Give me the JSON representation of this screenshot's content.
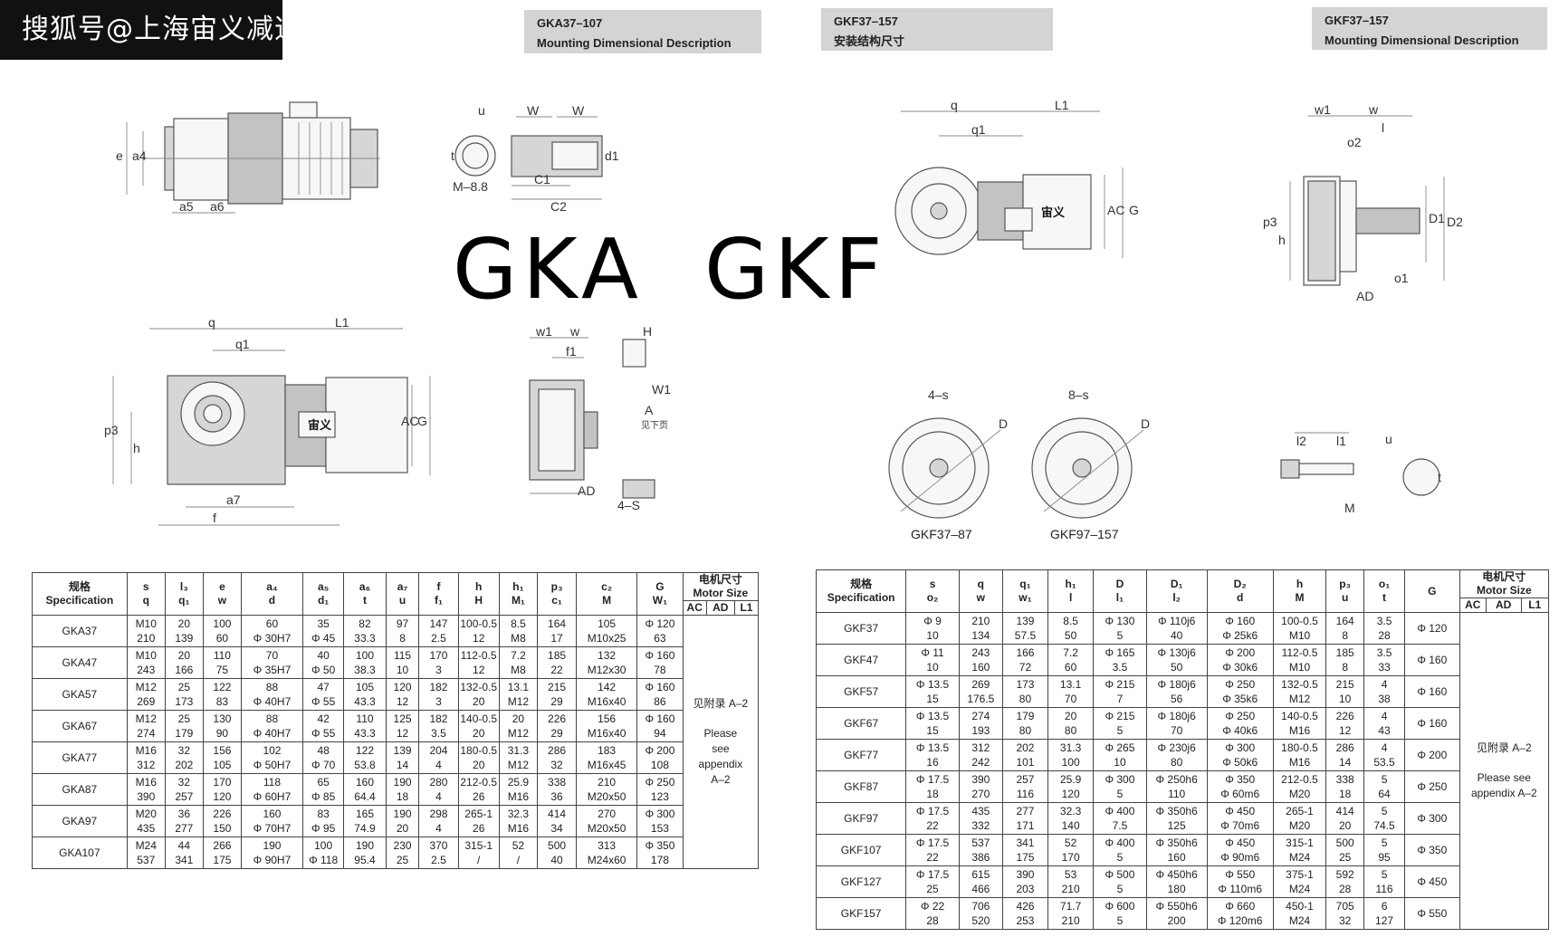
{
  "watermark": "搜狐号@上海宙义减速机传动",
  "headers": {
    "gka": {
      "model": "GKA37–107",
      "desc": "Mounting Dimensional Description"
    },
    "gkf_cn": {
      "model": "GKF37–157",
      "desc": "安装结构尺寸"
    },
    "gkf_en": {
      "model": "GKF37–157",
      "desc": "Mounting Dimensional Description"
    }
  },
  "big_labels": {
    "gka": "GKA",
    "gkf": "GKF"
  },
  "drawing_labels": {
    "brand": "宙义",
    "q": "q",
    "q1": "q1",
    "L1": "L1",
    "e": "e",
    "a4": "a4",
    "a5": "a5",
    "a6": "a6",
    "a7": "a7",
    "f": "f",
    "p3": "p3",
    "h": "h",
    "AC": "AC",
    "G": "G",
    "W": "W",
    "u": "u",
    "t": "t",
    "d1": "d1",
    "C1": "C1",
    "C2": "C2",
    "M": "M–8.8",
    "w1": "w1",
    "w": "w",
    "f1": "f1",
    "H": "H",
    "W1": "W1",
    "A": "A",
    "see_below": "见下页",
    "AD": "AD",
    "s4": "4–S",
    "o2": "o2",
    "l": "l",
    "D1": "D1",
    "D2": "D2",
    "o1": "o1",
    "l2": "l2",
    "l1": "l1",
    "Mlbl": "M",
    "s4b": "4–s",
    "s8": "8–s",
    "D": "D"
  },
  "captions": {
    "gkf37": "GKF37–87",
    "gkf97": "GKF97–157"
  },
  "gka_table": {
    "header": {
      "spec": [
        "规格",
        "Specification"
      ],
      "cols": [
        [
          "s",
          "q"
        ],
        [
          "l₃",
          "q₁"
        ],
        [
          "e",
          "w"
        ],
        [
          "a₄",
          "d"
        ],
        [
          "a₅",
          "d₁"
        ],
        [
          "a₆",
          "t"
        ],
        [
          "a₇",
          "u"
        ],
        [
          "f",
          "f₁"
        ],
        [
          "h",
          "H"
        ],
        [
          "h₁",
          "M₁"
        ],
        [
          "p₃",
          "c₁"
        ],
        [
          "c₂",
          "M"
        ],
        [
          "G",
          "W₁"
        ]
      ],
      "motor": [
        "电机尺寸",
        "Motor Size"
      ],
      "motor_sub": [
        "AC",
        "AD",
        "L1"
      ]
    },
    "rows": [
      {
        "name": "GKA37",
        "cells": [
          [
            "M10",
            "210"
          ],
          [
            "20",
            "139"
          ],
          [
            "100",
            "60"
          ],
          [
            "60",
            "Φ 30H7"
          ],
          [
            "35",
            "Φ 45"
          ],
          [
            "82",
            "33.3"
          ],
          [
            "97",
            "8"
          ],
          [
            "147",
            "2.5"
          ],
          [
            "100-0.5",
            "12"
          ],
          [
            "8.5",
            "M8"
          ],
          [
            "164",
            "17"
          ],
          [
            "105",
            "M10x25"
          ],
          [
            "Φ 120",
            "63"
          ]
        ]
      },
      {
        "name": "GKA47",
        "cells": [
          [
            "M10",
            "243"
          ],
          [
            "20",
            "166"
          ],
          [
            "110",
            "75"
          ],
          [
            "70",
            "Φ 35H7"
          ],
          [
            "40",
            "Φ 50"
          ],
          [
            "100",
            "38.3"
          ],
          [
            "115",
            "10"
          ],
          [
            "170",
            "3"
          ],
          [
            "112-0.5",
            "12"
          ],
          [
            "7.2",
            "M8"
          ],
          [
            "185",
            "22"
          ],
          [
            "132",
            "M12x30"
          ],
          [
            "Φ 160",
            "78"
          ]
        ]
      },
      {
        "name": "GKA57",
        "cells": [
          [
            "M12",
            "269"
          ],
          [
            "25",
            "173"
          ],
          [
            "122",
            "83"
          ],
          [
            "88",
            "Φ 40H7"
          ],
          [
            "47",
            "Φ 55"
          ],
          [
            "105",
            "43.3"
          ],
          [
            "120",
            "12"
          ],
          [
            "182",
            "3"
          ],
          [
            "132-0.5",
            "20"
          ],
          [
            "13.1",
            "M12"
          ],
          [
            "215",
            "29"
          ],
          [
            "142",
            "M16x40"
          ],
          [
            "Φ 160",
            "86"
          ]
        ]
      },
      {
        "name": "GKA67",
        "cells": [
          [
            "M12",
            "274"
          ],
          [
            "25",
            "179"
          ],
          [
            "130",
            "90"
          ],
          [
            "88",
            "Φ 40H7"
          ],
          [
            "42",
            "Φ 55"
          ],
          [
            "110",
            "43.3"
          ],
          [
            "125",
            "12"
          ],
          [
            "182",
            "3.5"
          ],
          [
            "140-0.5",
            "20"
          ],
          [
            "20",
            "M12"
          ],
          [
            "226",
            "29"
          ],
          [
            "156",
            "M16x40"
          ],
          [
            "Φ 160",
            "94"
          ]
        ]
      },
      {
        "name": "GKA77",
        "cells": [
          [
            "M16",
            "312"
          ],
          [
            "32",
            "202"
          ],
          [
            "156",
            "105"
          ],
          [
            "102",
            "Φ 50H7"
          ],
          [
            "48",
            "Φ 70"
          ],
          [
            "122",
            "53.8"
          ],
          [
            "139",
            "14"
          ],
          [
            "204",
            "4"
          ],
          [
            "180-0.5",
            "20"
          ],
          [
            "31.3",
            "M12"
          ],
          [
            "286",
            "32"
          ],
          [
            "183",
            "M16x45"
          ],
          [
            "Φ 200",
            "108"
          ]
        ]
      },
      {
        "name": "GKA87",
        "cells": [
          [
            "M16",
            "390"
          ],
          [
            "32",
            "257"
          ],
          [
            "170",
            "120"
          ],
          [
            "118",
            "Φ 60H7"
          ],
          [
            "65",
            "Φ 85"
          ],
          [
            "160",
            "64.4"
          ],
          [
            "190",
            "18"
          ],
          [
            "280",
            "4"
          ],
          [
            "212-0.5",
            "26"
          ],
          [
            "25.9",
            "M16"
          ],
          [
            "338",
            "36"
          ],
          [
            "210",
            "M20x50"
          ],
          [
            "Φ 250",
            "123"
          ]
        ]
      },
      {
        "name": "GKA97",
        "cells": [
          [
            "M20",
            "435"
          ],
          [
            "36",
            "277"
          ],
          [
            "226",
            "150"
          ],
          [
            "160",
            "Φ 70H7"
          ],
          [
            "83",
            "Φ 95"
          ],
          [
            "165",
            "74.9"
          ],
          [
            "190",
            "20"
          ],
          [
            "298",
            "4"
          ],
          [
            "265-1",
            "26"
          ],
          [
            "32.3",
            "M16"
          ],
          [
            "414",
            "34"
          ],
          [
            "270",
            "M20x50"
          ],
          [
            "Φ 300",
            "153"
          ]
        ]
      },
      {
        "name": "GKA107",
        "cells": [
          [
            "M24",
            "537"
          ],
          [
            "44",
            "341"
          ],
          [
            "266",
            "175"
          ],
          [
            "190",
            "Φ 90H7"
          ],
          [
            "100",
            "Φ 118"
          ],
          [
            "190",
            "95.4"
          ],
          [
            "230",
            "25"
          ],
          [
            "370",
            "2.5"
          ],
          [
            "315-1",
            "/"
          ],
          [
            "52",
            "/"
          ],
          [
            "500",
            "40"
          ],
          [
            "313",
            "M24x60"
          ],
          [
            "Φ 350",
            "178"
          ]
        ]
      }
    ],
    "motor_note": [
      "见附录 A–2",
      "Please see appendix A–2"
    ]
  },
  "gkf_table": {
    "header": {
      "spec": [
        "规格",
        "Specification"
      ],
      "cols": [
        [
          "s",
          "o₂"
        ],
        [
          "q",
          "w"
        ],
        [
          "q₁",
          "w₁"
        ],
        [
          "h₁",
          "l"
        ],
        [
          "D",
          "l₁"
        ],
        [
          "D₁",
          "l₂"
        ],
        [
          "D₂",
          "d"
        ],
        [
          "h",
          "M"
        ],
        [
          "p₃",
          "u"
        ],
        [
          "o₁",
          "t"
        ],
        [
          "G",
          ""
        ]
      ],
      "motor": [
        "电机尺寸",
        "Motor Size"
      ],
      "motor_sub": [
        "AC",
        "AD",
        "L1"
      ]
    },
    "rows": [
      {
        "name": "GKF37",
        "cells": [
          [
            "Φ 9",
            "10"
          ],
          [
            "210",
            "134"
          ],
          [
            "139",
            "57.5"
          ],
          [
            "8.5",
            "50"
          ],
          [
            "Φ 130",
            "5"
          ],
          [
            "Φ 110j6",
            "40"
          ],
          [
            "Φ 160",
            "Φ 25k6"
          ],
          [
            "100-0.5",
            "M10"
          ],
          [
            "164",
            "8"
          ],
          [
            "3.5",
            "28"
          ],
          [
            "Φ 120",
            ""
          ]
        ]
      },
      {
        "name": "GKF47",
        "cells": [
          [
            "Φ 11",
            "10"
          ],
          [
            "243",
            "160"
          ],
          [
            "166",
            "72"
          ],
          [
            "7.2",
            "60"
          ],
          [
            "Φ 165",
            "3.5"
          ],
          [
            "Φ 130j6",
            "50"
          ],
          [
            "Φ 200",
            "Φ 30k6"
          ],
          [
            "112-0.5",
            "M10"
          ],
          [
            "185",
            "8"
          ],
          [
            "3.5",
            "33"
          ],
          [
            "Φ 160",
            ""
          ]
        ]
      },
      {
        "name": "GKF57",
        "cells": [
          [
            "Φ 13.5",
            "15"
          ],
          [
            "269",
            "176.5"
          ],
          [
            "173",
            "80"
          ],
          [
            "13.1",
            "70"
          ],
          [
            "Φ 215",
            "7"
          ],
          [
            "Φ 180j6",
            "56"
          ],
          [
            "Φ 250",
            "Φ 35k6"
          ],
          [
            "132-0.5",
            "M12"
          ],
          [
            "215",
            "10"
          ],
          [
            "4",
            "38"
          ],
          [
            "Φ 160",
            ""
          ]
        ]
      },
      {
        "name": "GKF67",
        "cells": [
          [
            "Φ 13.5",
            "15"
          ],
          [
            "274",
            "193"
          ],
          [
            "179",
            "80"
          ],
          [
            "20",
            "80"
          ],
          [
            "Φ 215",
            "5"
          ],
          [
            "Φ 180j6",
            "70"
          ],
          [
            "Φ 250",
            "Φ 40k6"
          ],
          [
            "140-0.5",
            "M16"
          ],
          [
            "226",
            "12"
          ],
          [
            "4",
            "43"
          ],
          [
            "Φ 160",
            ""
          ]
        ]
      },
      {
        "name": "GKF77",
        "cells": [
          [
            "Φ 13.5",
            "16"
          ],
          [
            "312",
            "242"
          ],
          [
            "202",
            "101"
          ],
          [
            "31.3",
            "100"
          ],
          [
            "Φ 265",
            "10"
          ],
          [
            "Φ 230j6",
            "80"
          ],
          [
            "Φ 300",
            "Φ 50k6"
          ],
          [
            "180-0.5",
            "M16"
          ],
          [
            "286",
            "14"
          ],
          [
            "4",
            "53.5"
          ],
          [
            "Φ 200",
            ""
          ]
        ]
      },
      {
        "name": "GKF87",
        "cells": [
          [
            "Φ 17.5",
            "18"
          ],
          [
            "390",
            "270"
          ],
          [
            "257",
            "116"
          ],
          [
            "25.9",
            "120"
          ],
          [
            "Φ 300",
            "5"
          ],
          [
            "Φ 250h6",
            "110"
          ],
          [
            "Φ 350",
            "Φ 60m6"
          ],
          [
            "212-0.5",
            "M20"
          ],
          [
            "338",
            "18"
          ],
          [
            "5",
            "64"
          ],
          [
            "Φ 250",
            ""
          ]
        ]
      },
      {
        "name": "GKF97",
        "cells": [
          [
            "Φ 17.5",
            "22"
          ],
          [
            "435",
            "332"
          ],
          [
            "277",
            "171"
          ],
          [
            "32.3",
            "140"
          ],
          [
            "Φ 400",
            "7.5"
          ],
          [
            "Φ 350h6",
            "125"
          ],
          [
            "Φ 450",
            "Φ 70m6"
          ],
          [
            "265-1",
            "M20"
          ],
          [
            "414",
            "20"
          ],
          [
            "5",
            "74.5"
          ],
          [
            "Φ 300",
            ""
          ]
        ]
      },
      {
        "name": "GKF107",
        "cells": [
          [
            "Φ 17.5",
            "22"
          ],
          [
            "537",
            "386"
          ],
          [
            "341",
            "175"
          ],
          [
            "52",
            "170"
          ],
          [
            "Φ 400",
            "5"
          ],
          [
            "Φ 350h6",
            "160"
          ],
          [
            "Φ 450",
            "Φ 90m6"
          ],
          [
            "315-1",
            "M24"
          ],
          [
            "500",
            "25"
          ],
          [
            "5",
            "95"
          ],
          [
            "Φ 350",
            ""
          ]
        ]
      },
      {
        "name": "GKF127",
        "cells": [
          [
            "Φ 17.5",
            "25"
          ],
          [
            "615",
            "466"
          ],
          [
            "390",
            "203"
          ],
          [
            "53",
            "210"
          ],
          [
            "Φ 500",
            "5"
          ],
          [
            "Φ 450h6",
            "180"
          ],
          [
            "Φ 550",
            "Φ 110m6"
          ],
          [
            "375-1",
            "M24"
          ],
          [
            "592",
            "28"
          ],
          [
            "5",
            "116"
          ],
          [
            "Φ 450",
            ""
          ]
        ]
      },
      {
        "name": "GKF157",
        "cells": [
          [
            "Φ 22",
            "28"
          ],
          [
            "706",
            "520"
          ],
          [
            "426",
            "253"
          ],
          [
            "71.7",
            "210"
          ],
          [
            "Φ 600",
            "5"
          ],
          [
            "Φ 550h6",
            "200"
          ],
          [
            "Φ 660",
            "Φ 120m6"
          ],
          [
            "450-1",
            "M24"
          ],
          [
            "705",
            "32"
          ],
          [
            "6",
            "127"
          ],
          [
            "Φ 550",
            ""
          ]
        ]
      }
    ],
    "motor_note": [
      "见附录 A–2",
      "Please see appendix A–2"
    ]
  }
}
